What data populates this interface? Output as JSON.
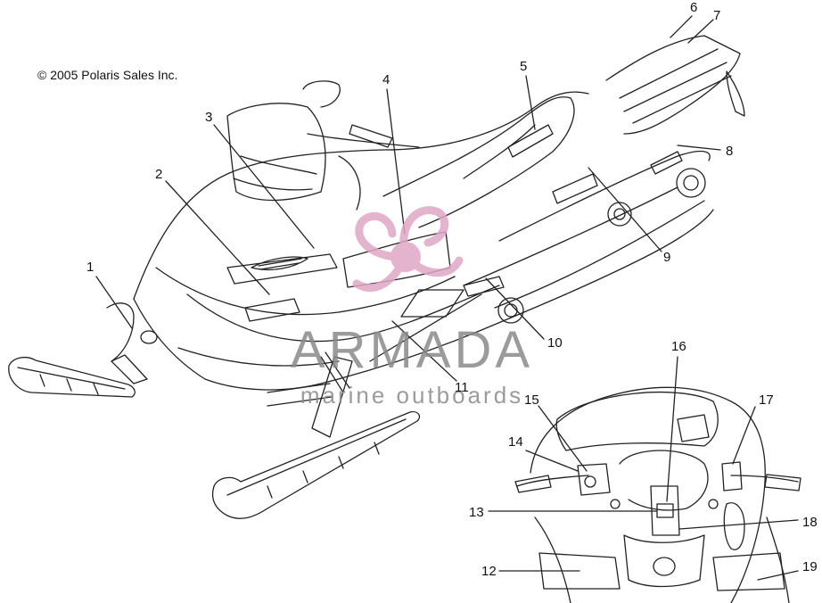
{
  "copyright": "© 2005 Polaris Sales Inc.",
  "callouts": {
    "c1": "1",
    "c2": "2",
    "c3": "3",
    "c4": "4",
    "c5": "5",
    "c6": "6",
    "c7": "7",
    "c8": "8",
    "c9": "9",
    "c10": "10",
    "c11": "11",
    "c12": "12",
    "c13": "13",
    "c14": "14",
    "c15": "15",
    "c16": "16",
    "c17": "17",
    "c18": "18",
    "c19": "19"
  },
  "watermark": {
    "brand": "ARMADA",
    "tagline": "marine outboards",
    "colors": {
      "logo": "#e0a6c6",
      "text": "#8a8a8a"
    }
  }
}
